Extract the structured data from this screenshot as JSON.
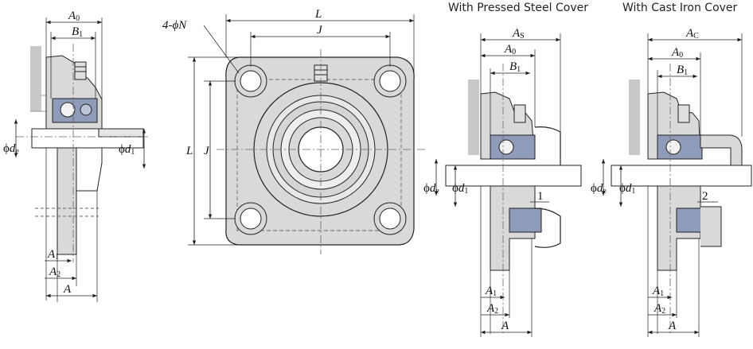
{
  "captions": {
    "pressed_steel": "With Pressed Steel Cover",
    "cast_iron": "With Cast Iron Cover"
  },
  "dims": {
    "A0": {
      "main": "A",
      "sub": "0"
    },
    "B1": {
      "main": "B",
      "sub": "1"
    },
    "A1": {
      "main": "A",
      "sub": "1"
    },
    "A2": {
      "main": "A",
      "sub": "2"
    },
    "A": {
      "main": "A"
    },
    "AS": {
      "main": "A",
      "sub": "S"
    },
    "AC": {
      "main": "A",
      "sub": "C"
    },
    "L": "L",
    "J": "J",
    "N": "4-ϕN",
    "de": {
      "phi": "ϕ",
      "main": "d",
      "sub": "e"
    },
    "d1": {
      "phi": "ϕ",
      "main": "d",
      "sub": "1"
    }
  },
  "callouts": {
    "one": "1",
    "two": "2"
  },
  "colors": {
    "body": "#d9d9d9",
    "bearing": "#8f9bb8",
    "line": "#222222",
    "hidden": "#666666",
    "wall": "#c8c8c8"
  }
}
